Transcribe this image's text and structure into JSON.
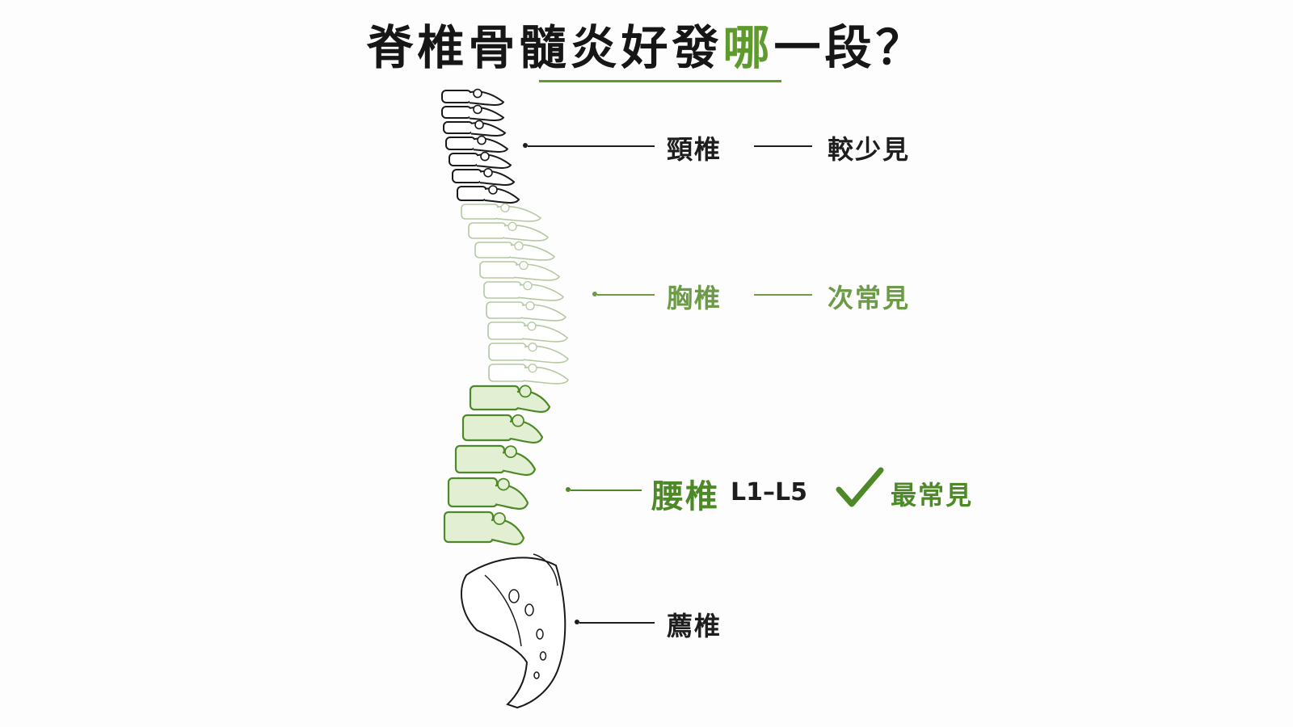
{
  "title": {
    "part1": "脊椎骨髓炎好發",
    "highlight": "哪",
    "part2": "一段？"
  },
  "regions": {
    "cervical": {
      "name": "頸椎",
      "frequency": "較少見"
    },
    "thoracic": {
      "name": "胸椎",
      "frequency": "次常見"
    },
    "lumbar": {
      "name": "腰椎",
      "range": "L1–L5",
      "frequency": "最常見"
    },
    "sacral": {
      "name": "薦椎"
    }
  },
  "colors": {
    "accent": "#5f9a2e",
    "text": "#1e1e1e",
    "thoracic": "#6c9b47",
    "lumbar_fill": "#e3efd2",
    "bone_outline": "#1a1a1a"
  },
  "icons": {
    "lumbar_mark": "check-icon"
  }
}
